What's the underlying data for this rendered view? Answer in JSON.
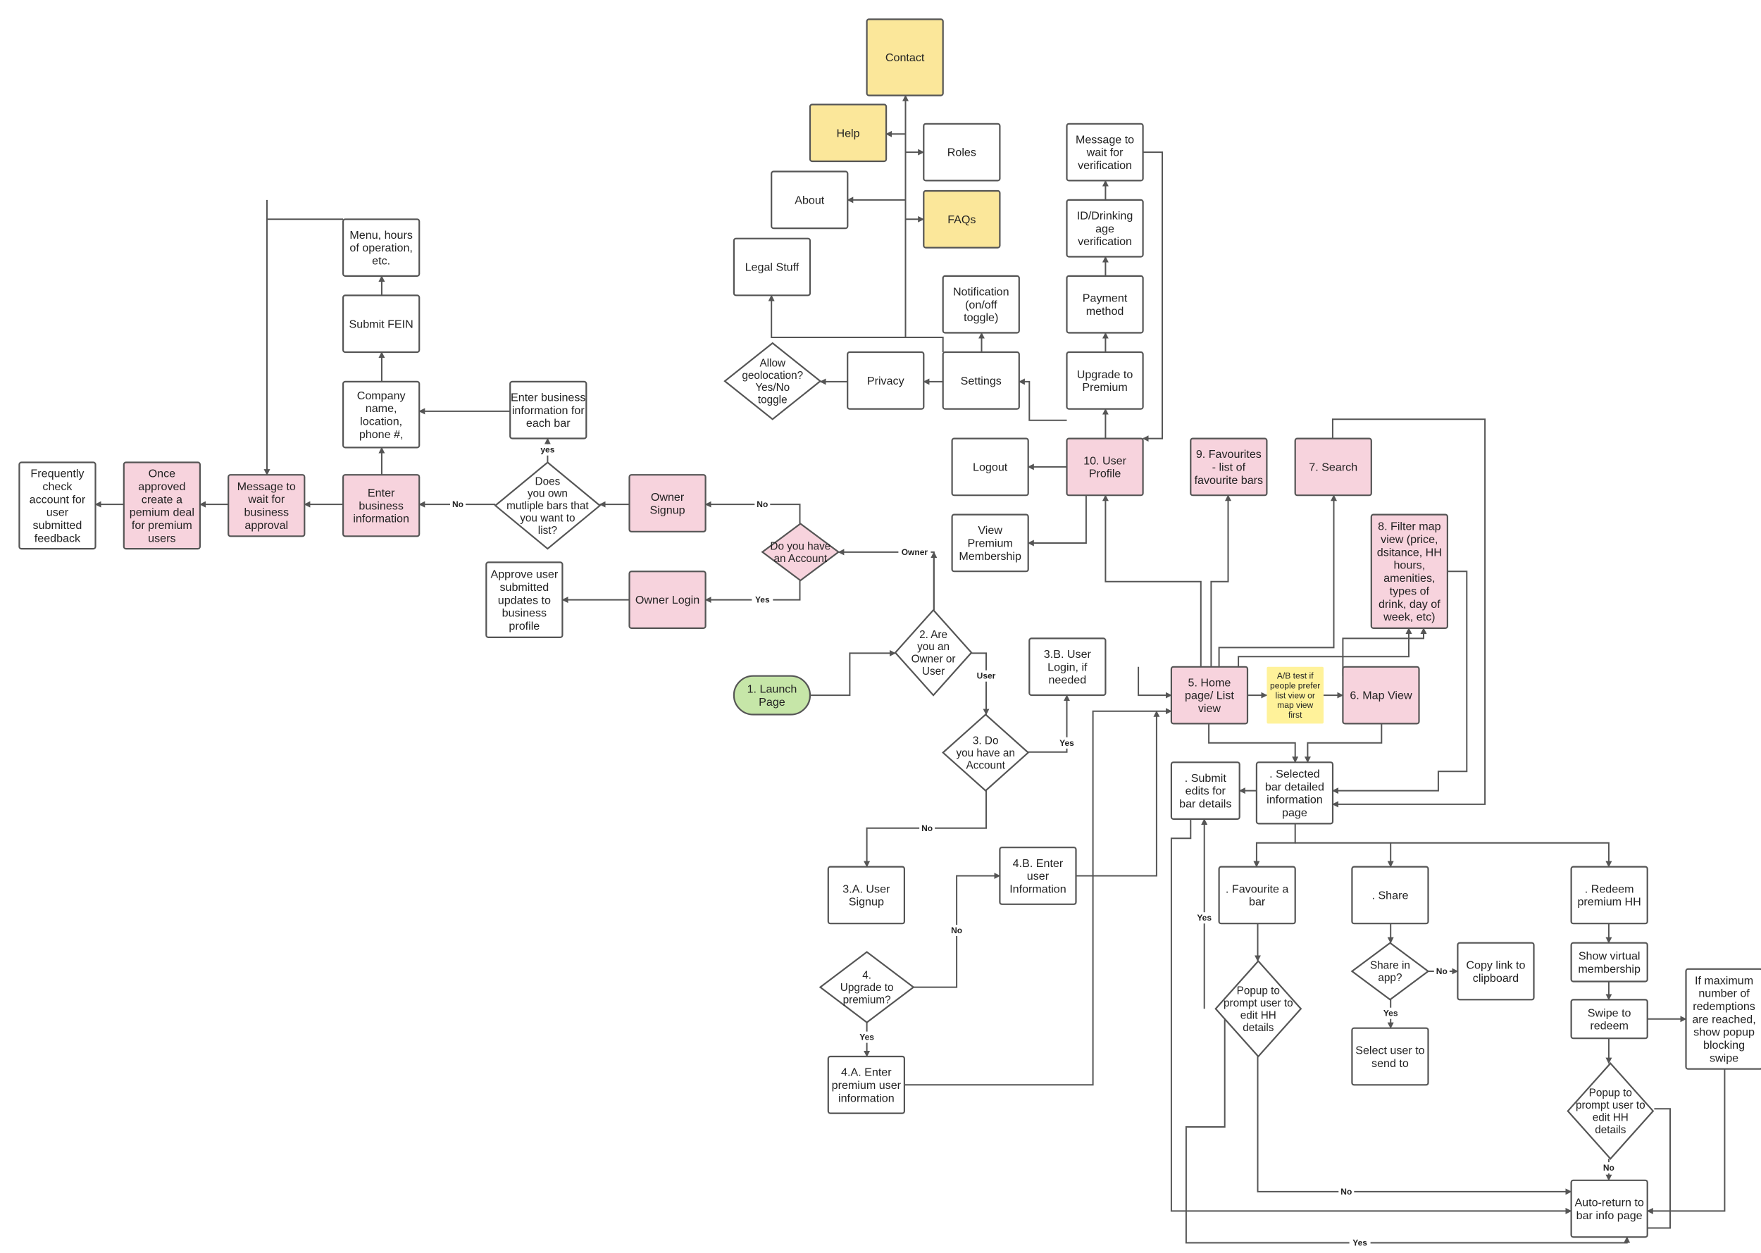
{
  "colors": {
    "default": "#ffffff",
    "pink": "#f7d3dd",
    "yellow": "#fbe79a",
    "green": "#c6e6a8",
    "note": "#fff29a",
    "stroke": "#555555",
    "text": "#222222"
  },
  "nodes": [
    {
      "id": "contact",
      "text": "Contact",
      "fill": "yellow"
    },
    {
      "id": "help",
      "text": "Help",
      "fill": "yellow"
    },
    {
      "id": "roles",
      "text": "Roles",
      "fill": "default"
    },
    {
      "id": "about",
      "text": "About",
      "fill": "default"
    },
    {
      "id": "faqs",
      "text": "FAQs",
      "fill": "yellow"
    },
    {
      "id": "legal",
      "text": "Legal Stuff",
      "fill": "default"
    },
    {
      "id": "notification",
      "text": "Notification\n(on/off\ntoggle)",
      "fill": "default"
    },
    {
      "id": "msgverify",
      "text": "Message to\nwait for\nverification",
      "fill": "default"
    },
    {
      "id": "idverify",
      "text": "ID/Drinking\nage\nverification",
      "fill": "default"
    },
    {
      "id": "payment",
      "text": "Payment\nmethod",
      "fill": "default"
    },
    {
      "id": "upgrade",
      "text": "Upgrade to\nPremium",
      "fill": "default"
    },
    {
      "id": "settings",
      "text": "Settings",
      "fill": "default"
    },
    {
      "id": "privacy",
      "text": "Privacy",
      "fill": "default"
    },
    {
      "id": "geo",
      "text": "Allow\ngeolocation?\nYes/No\ntoggle",
      "fill": "default"
    },
    {
      "id": "logout",
      "text": "Logout",
      "fill": "default"
    },
    {
      "id": "userprofile",
      "text": "10. User\nProfile",
      "fill": "pink"
    },
    {
      "id": "favourites",
      "text": "9. Favourites\n- list of\nfavourite bars",
      "fill": "pink"
    },
    {
      "id": "search",
      "text": "7. Search",
      "fill": "pink"
    },
    {
      "id": "viewpremium",
      "text": "View\nPremium\nMembership",
      "fill": "default"
    },
    {
      "id": "filtermap",
      "text": "8. Filter map\nview (price,\ndsitance, HH\nhours,\namenities,\ntypes of\ndrink, day of\nweek, etc)",
      "fill": "pink"
    },
    {
      "id": "menu",
      "text": "Menu, hours\nof operation,\netc.",
      "fill": "default"
    },
    {
      "id": "fein",
      "text": "Submit FEIN",
      "fill": "default"
    },
    {
      "id": "company",
      "text": "Company\nname,\nlocation,\nphone #,",
      "fill": "default"
    },
    {
      "id": "enterbizinfoeach",
      "text": "Enter business\ninformation for\neach bar",
      "fill": "default"
    },
    {
      "id": "feedback",
      "text": "Frequently\ncheck\naccount for\nuser\nsubmitted\nfeedback",
      "fill": "default"
    },
    {
      "id": "approved",
      "text": "Once\napproved\ncreate a\npemium deal\nfor premium\nusers",
      "fill": "pink"
    },
    {
      "id": "msgbiz",
      "text": "Message to\nwait for\nbusiness\napproval",
      "fill": "pink"
    },
    {
      "id": "enterbiz",
      "text": "Enter\nbusiness\ninformation",
      "fill": "pink"
    },
    {
      "id": "multibars",
      "text": "Does\nyou own\nmutliple bars that\nyou want to\nlist?",
      "fill": "default"
    },
    {
      "id": "ownersignup",
      "text": "Owner\nSignup",
      "fill": "pink"
    },
    {
      "id": "haveaccount1",
      "text": "Do you have\nan Account",
      "fill": "pink"
    },
    {
      "id": "approveupdates",
      "text": "Approve user\nsubmitted\nupdates to\nbusiness\nprofile",
      "fill": "default"
    },
    {
      "id": "ownerlogin",
      "text": "Owner Login",
      "fill": "pink"
    },
    {
      "id": "ownerornot",
      "text": "2. Are\nyou an\nOwner or\nUser",
      "fill": "default"
    },
    {
      "id": "launch",
      "text": "1. Launch\nPage",
      "fill": "green"
    },
    {
      "id": "userlogin",
      "text": "3.B. User\nLogin, if\nneeded",
      "fill": "default"
    },
    {
      "id": "haveaccount2",
      "text": "3. Do\nyou have an\nAccount",
      "fill": "default"
    },
    {
      "id": "home",
      "text": "5. Home\npage/ List\nview",
      "fill": "pink"
    },
    {
      "id": "abtest",
      "text": "A/B test if\npeople prefer\nlist view or\nmap view\nfirst",
      "fill": "note"
    },
    {
      "id": "mapview",
      "text": "6. Map View",
      "fill": "pink"
    },
    {
      "id": "submitedits",
      "text": ". Submit\nedits for\nbar details",
      "fill": "default"
    },
    {
      "id": "selectedbar",
      "text": ". Selected\nbar  detailed\ninformation\npage",
      "fill": "default"
    },
    {
      "id": "entuserinfo",
      "text": "4.B. Enter\nuser\nInformation",
      "fill": "default"
    },
    {
      "id": "usersignup",
      "text": "3.A. User\nSignup",
      "fill": "default"
    },
    {
      "id": "favbar",
      "text": ". Favourite a\nbar",
      "fill": "default"
    },
    {
      "id": "share",
      "text": ". Share",
      "fill": "default"
    },
    {
      "id": "redeem",
      "text": ". Redeem\npremium HH",
      "fill": "default"
    },
    {
      "id": "upgradeq",
      "text": "4.\nUpgrade to\npremium?",
      "fill": "default"
    },
    {
      "id": "shareinapp",
      "text": "Share in\napp?",
      "fill": "default"
    },
    {
      "id": "copylink",
      "text": "Copy link to\nclipboard",
      "fill": "default"
    },
    {
      "id": "showvirtual",
      "text": "Show virtual\nmembership",
      "fill": "default"
    },
    {
      "id": "popupfav",
      "text": "Popup to\nprompt user to\nedit HH\ndetails",
      "fill": "default"
    },
    {
      "id": "maxredemptions",
      "text": "If maximum\nnumber of\nredemptions\nare reached,\nshow popup\nblocking\nswipe",
      "fill": "default"
    },
    {
      "id": "swipe",
      "text": "Swipe to\nredeem",
      "fill": "default"
    },
    {
      "id": "selectuser",
      "text": "Select user to\nsend to",
      "fill": "default"
    },
    {
      "id": "premiuminfo",
      "text": "4.A. Enter\npremium user\ninformation",
      "fill": "default"
    },
    {
      "id": "popupredeem",
      "text": "Popup to\nprompt user to\nedit HH\ndetails",
      "fill": "default"
    },
    {
      "id": "autoreturn",
      "text": "Auto-return to\nbar info page",
      "fill": "default"
    }
  ],
  "edges": [
    {
      "id": "e1",
      "label": "Owner"
    },
    {
      "id": "e2",
      "label": "User"
    },
    {
      "id": "e3",
      "label": "No"
    },
    {
      "id": "e4",
      "label": "Yes"
    },
    {
      "id": "e5",
      "label": "No"
    },
    {
      "id": "e6",
      "label": "yes"
    },
    {
      "id": "e7",
      "label": "Yes"
    },
    {
      "id": "e8",
      "label": "No"
    },
    {
      "id": "e9",
      "label": "No"
    },
    {
      "id": "e10",
      "label": "Yes"
    },
    {
      "id": "e11",
      "label": "Yes"
    },
    {
      "id": "e12",
      "label": "No"
    },
    {
      "id": "e13",
      "label": "Yes"
    },
    {
      "id": "e14",
      "label": "No"
    },
    {
      "id": "e15",
      "label": "No"
    },
    {
      "id": "e16",
      "label": "Yes"
    },
    {
      "id": "e17",
      "label": ""
    },
    {
      "id": "e18",
      "label": ""
    }
  ]
}
